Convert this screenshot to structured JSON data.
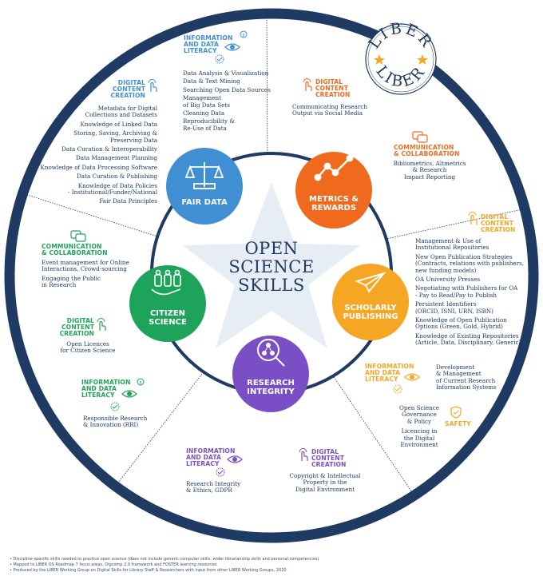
{
  "center_title": [
    "OPEN",
    "SCIENCE",
    "SKILLS"
  ],
  "logo": {
    "top": "LIBER",
    "bottom": "LIBER"
  },
  "colors": {
    "navy": "#1f3b63",
    "fair": "#3f8fd2",
    "metrics": "#f06a1d",
    "publishing": "#f5a623",
    "integrity": "#7a4fc6",
    "citizen": "#1ea45a",
    "star": "#e7edf5"
  },
  "hubs": {
    "fair": {
      "label": [
        "FAIR DATA"
      ],
      "icon": "balance-scale-icon"
    },
    "metrics": {
      "label": [
        "METRICS &",
        "REWARDS"
      ],
      "icon": "line-graph-icon"
    },
    "publishing": {
      "label": [
        "SCHOLARLY",
        "PUBLISHING"
      ],
      "icon": "paper-plane-icon"
    },
    "integrity": {
      "label": [
        "RESEARCH",
        "INTEGRITY"
      ],
      "icon": "magnifier-network-icon"
    },
    "citizen": {
      "label": [
        "CITIZEN",
        "SCIENCE"
      ],
      "icon": "people-hand-icon"
    }
  },
  "fair": {
    "info_cat": [
      "INFORMATION",
      "AND DATA",
      "LITERACY"
    ],
    "info_items": [
      "Data Analysis & Visualization",
      "Data & Text Mining",
      "Searching Open Data Sources",
      "Management",
      "of Big Data Sets",
      "Cleaning Data",
      "Reproducibility &",
      "Re-Use of Data"
    ],
    "digital_cat": [
      "DIGITAL",
      "CONTENT",
      "CREATION"
    ],
    "digital_items": [
      "Metadata for Digital",
      "Collections and Datasets",
      "Knowledge of Linked Data",
      "Storing, Saving, Archiving &",
      "Preserving Data",
      "Data Curation & Interoperability",
      "Data Management Planning",
      "Knowledge of Data Processing Software",
      "Data Curation & Publishing",
      "Knowledge of Data Policies",
      "- Institutional/Funder/National",
      "Fair Data Principles"
    ]
  },
  "metrics": {
    "digital_cat": [
      "DIGITAL",
      "CONTENT",
      "CREATION"
    ],
    "digital_items": [
      "Communicating Research",
      "Output via Social Media"
    ],
    "comm_cat": [
      "COMMUNICATION",
      "& COLLABORATION"
    ],
    "comm_items": [
      "Bibliometrics, Altmetrics",
      "& Research",
      "Impact Reporting"
    ]
  },
  "publishing": {
    "digital_cat": [
      "DIGITAL",
      "CONTENT",
      "CREATION"
    ],
    "items": [
      "Management & Use of",
      "Institutional Repositories",
      "New Open Publication Strategies",
      "(Contracts, relations with publishers,",
      "new funding models)",
      "OA University Presses",
      "Negotiating with Publishers for OA",
      "- Pay to Read/Pay to Publish",
      "Persistent Identifiers",
      "(ORCID, ISNI, URN, ISBN)",
      "Knowledge of Open Publication",
      "Options (Green, Gold, Hybrid)",
      "Knowledge of Existing Repositories",
      "(Article, Data, Disciplinary, Generic)"
    ],
    "info_cat": [
      "INFORMATION",
      "AND DATA",
      "LITERACY"
    ],
    "info_items": [
      "Development",
      "& Management",
      "of Current Research",
      "Information Systems"
    ],
    "safety_cat": "SAFETY",
    "safety_items": [
      "Open Science",
      "Governance",
      "& Policy",
      "Licencing in",
      "the Digital",
      "Environment"
    ]
  },
  "integrity": {
    "info_cat": [
      "INFORMATION",
      "AND DATA",
      "LITERACY"
    ],
    "info_items": [
      "Research Integrity",
      "& Ethics, GDPR"
    ],
    "digital_cat": [
      "DIGITAL",
      "CONTENT",
      "CREATION"
    ],
    "digital_items": [
      "Copyright & Intellectual",
      "Property in the",
      "Digital Environment"
    ],
    "green_info_cat": [
      "INFORMATION",
      "AND DATA",
      "LITERACY"
    ],
    "green_info_items": [
      "Responsible Research",
      "& Innovation (RRI)"
    ]
  },
  "citizen": {
    "comm_cat": [
      "COMMUNICATION",
      "& COLLABORATION"
    ],
    "comm_items": [
      "Event management for Online",
      "Interactions, Crowd-sourcing",
      "Engaging the Public",
      "in Research"
    ],
    "digital_cat": [
      "DIGITAL",
      "CONTENT",
      "CREATION"
    ],
    "digital_items": [
      "Open Licences",
      "for Citizen Science"
    ]
  },
  "footnotes": [
    "Discipline-specific skills needed to practice open science (does not include generic computer skills, wider librarianship skills and personal competencies)",
    "Mapped to LIBER OS Roadmap 7 focus areas, Digcomp 2.0 framework and FOSTER learning resources",
    "Produced by the LIBER Working Group on Digital Skills for Library Staff & Researchers with input from other LIBER Working Groups, 2020"
  ]
}
